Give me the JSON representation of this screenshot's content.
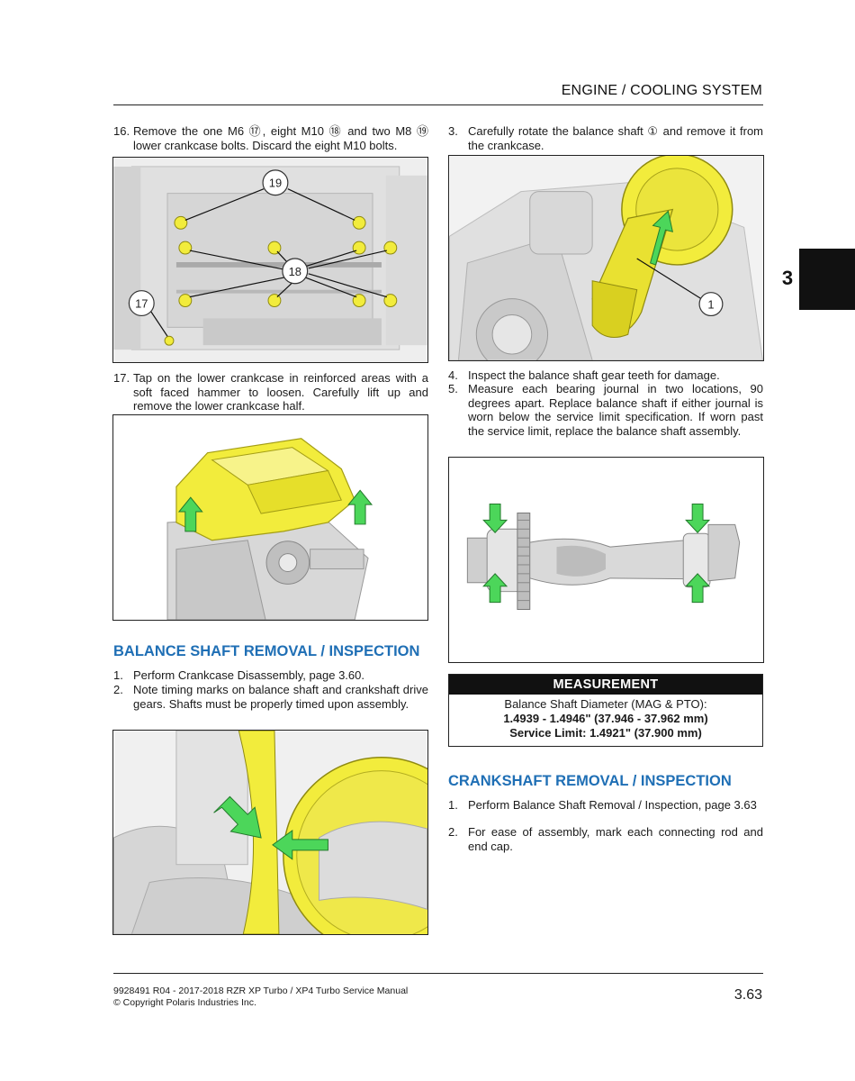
{
  "header": {
    "title": "ENGINE / COOLING SYSTEM",
    "chapter": "3"
  },
  "left_column": {
    "step16": {
      "num": "16.",
      "text": "Remove the one M6 ⑰, eight M10 ⑱ and two M8 ⑲ lower crankcase bolts. Discard the eight M10 bolts."
    },
    "figure1": {
      "callouts": [
        "19",
        "18",
        "17"
      ]
    },
    "step17": {
      "num": "17.",
      "text": "Tap on the lower crankcase in reinforced areas with a soft faced hammer to loosen. Carefully lift up and remove the lower crankcase half."
    },
    "balance_heading": "BALANCE SHAFT REMOVAL / INSPECTION",
    "balance_steps": [
      {
        "num": "1.",
        "text": "Perform Crankcase Disassembly, page 3.60."
      },
      {
        "num": "2.",
        "text": "Note timing marks on balance shaft and crankshaft drive gears. Shafts must be properly timed upon assembly."
      }
    ]
  },
  "right_column": {
    "step3": {
      "num": "3.",
      "text": "Carefully rotate the balance shaft ① and remove it from the crankcase."
    },
    "figure_shaft": {
      "callout": "1"
    },
    "step4": {
      "num": "4.",
      "text": "Inspect the balance shaft gear teeth for damage."
    },
    "step5": {
      "num": "5.",
      "text": "Measure each bearing journal in two locations, 90 degrees apart. Replace balance shaft if either journal is worn below the service limit specification. If worn past the service limit, replace the balance shaft assembly."
    },
    "measurement": {
      "heading": "MEASUREMENT",
      "line1": "Balance Shaft Diameter (MAG & PTO):",
      "line2": "1.4939 - 1.4946\" (37.946 - 37.962 mm)",
      "line3": "Service Limit: 1.4921\" (37.900 mm)"
    },
    "crank_heading": "CRANKSHAFT REMOVAL / INSPECTION",
    "crank_steps": [
      {
        "num": "1.",
        "text": "Perform Balance Shaft Removal / Inspection, page 3.63"
      },
      {
        "num": "2.",
        "text": "For ease of assembly, mark each connecting rod and end cap."
      }
    ]
  },
  "footer": {
    "line1": "9928491 R04 - 2017-2018 RZR XP Turbo / XP4 Turbo Service Manual",
    "line2": "© Copyright Polaris Industries Inc.",
    "page": "3.63"
  },
  "colors": {
    "heading_blue": "#1f6fb5",
    "highlight_yellow": "#f2ec3c",
    "arrow_green": "#4cd65a"
  }
}
